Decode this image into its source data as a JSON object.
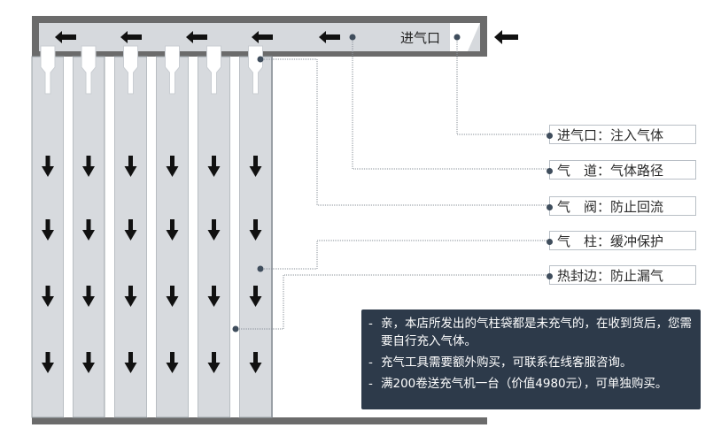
{
  "inlet_text": "进气口",
  "labels": [
    {
      "text": "进气口：注入气体"
    },
    {
      "text": "气　道：气体路径"
    },
    {
      "text": "气　阀：防止回流"
    },
    {
      "text": "气　柱：缓冲保护"
    },
    {
      "text": "热封边：防止漏气"
    }
  ],
  "notes": [
    {
      "dash": "-",
      "text": "亲，本店所发出的气柱袋都是未充气的，在收到货后，您需要自行充入气体。"
    },
    {
      "dash": "-",
      "text": "充气工具需要额外购买，可联系在线客服咨询。"
    },
    {
      "dash": "-",
      "text": "满200卷送充气机一台（价值4980元），可单独购买。"
    }
  ],
  "colors": {
    "frame": "#6b6b6b",
    "channel": "#d6d9dd",
    "column": "#d7dade",
    "column_border": "#9aa0a6",
    "arrow": "#111111",
    "leader": "#8a9099",
    "dot": "#3f4d5c",
    "note_bg": "#2d3a4a"
  },
  "icons": {
    "flow_arrow": "arrow-down-icon",
    "channel_arrow": "arrow-left-icon",
    "valve": "valve-icon"
  }
}
